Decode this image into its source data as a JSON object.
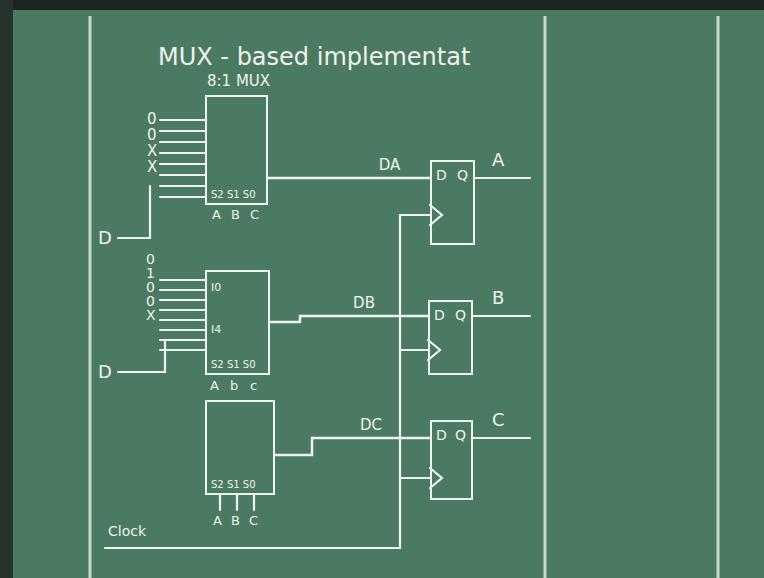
{
  "diagram": {
    "title": "MUX - based implementat",
    "nodes": [
      {
        "text": [
          "8:1 MUX",
          "S2 S1 S0"
        ]
      },
      {
        "text": [
          "I0",
          "I4",
          "S2 S1 S0"
        ]
      },
      {
        "text": [
          "S2 S1 S0"
        ]
      },
      {
        "text": [
          "D",
          "Q"
        ]
      },
      {
        "text": [
          "D",
          "Q"
        ]
      },
      {
        "text": [
          "D",
          "Q"
        ]
      }
    ],
    "edges": [
      {
        "from": 0,
        "to": 3,
        "label": "DA",
        "arrow": "none"
      },
      {
        "from": 1,
        "to": 4,
        "label": "DB",
        "arrow": "none"
      },
      {
        "from": 2,
        "to": 5,
        "label": "DC",
        "arrow": "none"
      }
    ],
    "labels": [
      "0",
      "0",
      "X",
      "X",
      "D",
      "A",
      "B",
      "C",
      "A",
      "0",
      "1",
      "0",
      "0",
      "X",
      "D",
      "A",
      "b",
      "c",
      "B",
      "A",
      "B",
      "C",
      "C",
      "Clock"
    ]
  }
}
